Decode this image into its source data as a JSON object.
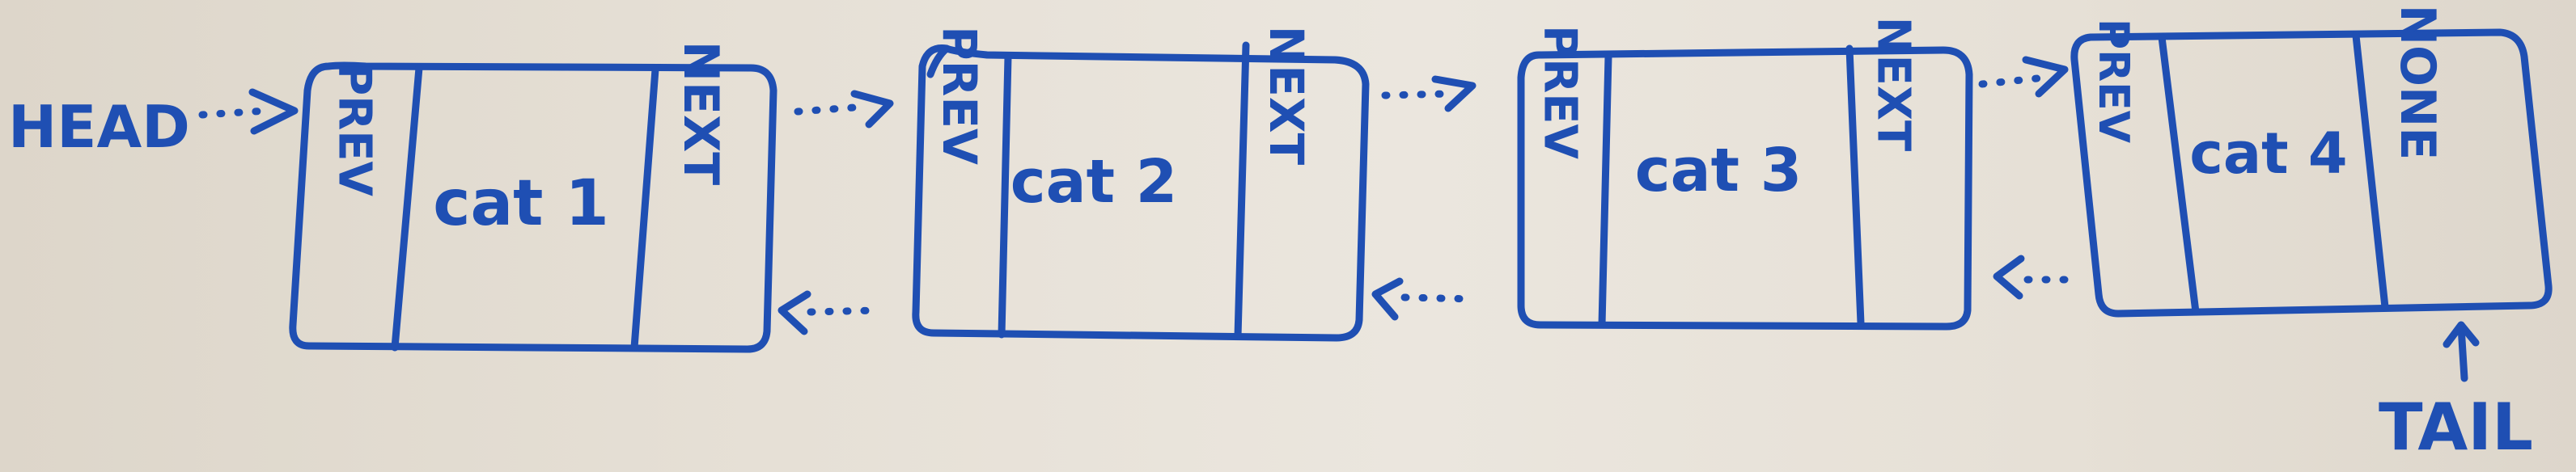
{
  "labels": {
    "head": "HEAD",
    "tail": "TAIL"
  },
  "nodes": [
    {
      "prev": "PREV",
      "value": "cat 1",
      "next": "NEXT"
    },
    {
      "prev": "PREV",
      "value": "cat 2",
      "next": "NEXT"
    },
    {
      "prev": "PREV",
      "value": "cat 3",
      "next": "NEXT"
    },
    {
      "prev": "PREV",
      "value": "cat 4",
      "next": "NONE"
    }
  ],
  "colors": {
    "ink": "#1f4fb3",
    "board": "#e3dcd1"
  }
}
